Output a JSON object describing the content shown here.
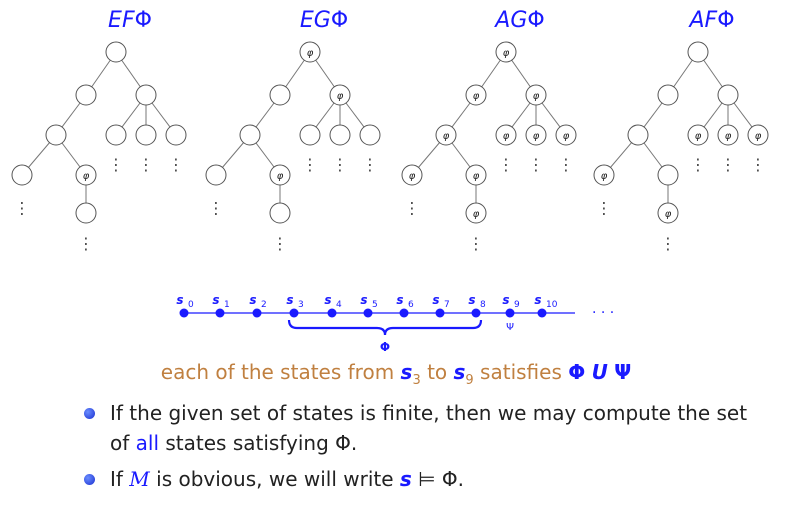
{
  "trees": [
    {
      "id": "ef",
      "title": "EF",
      "phi": "Φ",
      "offset": 0,
      "marked": [
        "LLR"
      ]
    },
    {
      "id": "eg",
      "title": "EG",
      "phi": "Φ",
      "offset": 194,
      "marked": [
        "root",
        "R",
        "LLR"
      ]
    },
    {
      "id": "ag",
      "title": "AG",
      "phi": "Φ",
      "offset": 390,
      "marked": [
        "root",
        "L",
        "R",
        "LL",
        "RL",
        "RM",
        "RR",
        "LLL",
        "LLR",
        "LLRL"
      ]
    },
    {
      "id": "af",
      "title": "AF",
      "phi": "Φ",
      "offset": 582,
      "marked": [
        "RL",
        "RM",
        "RR",
        "LLL",
        "LLRL"
      ]
    }
  ],
  "phi_label": "φ",
  "vdots": "⋮",
  "path": {
    "states": [
      {
        "s": "s",
        "i": "0"
      },
      {
        "s": "s",
        "i": "1"
      },
      {
        "s": "s",
        "i": "2"
      },
      {
        "s": "s",
        "i": "3"
      },
      {
        "s": "s",
        "i": "4"
      },
      {
        "s": "s",
        "i": "5"
      },
      {
        "s": "s",
        "i": "6"
      },
      {
        "s": "s",
        "i": "7"
      },
      {
        "s": "s",
        "i": "8"
      },
      {
        "s": "s",
        "i": "9"
      },
      {
        "s": "s",
        "i": "10"
      }
    ],
    "brace_label": "Φ",
    "psi_label": "Ψ",
    "ellipsis": "· · ·"
  },
  "caption": {
    "before": "each of the states from ",
    "s1": "s",
    "s1_sub": "3",
    "mid": " to ",
    "s2": "s",
    "s2_sub": "9",
    "after": " satisfies ",
    "formula_phi": "Φ",
    "formula_u": "U",
    "formula_psi": "Ψ"
  },
  "bullets": [
    {
      "a": "If the given set of states is finite, then we may compute the set of ",
      "hl": "all",
      "b": " states satisfying Φ."
    },
    {
      "a": "If ",
      "m": "M",
      "c": " is obvious, we will write ",
      "s": "s",
      "d": " ⊨ Φ."
    }
  ],
  "colors": {
    "accent": "#1a1aff",
    "caption": "#c08040",
    "node_stroke": "#555555",
    "edge": "#777777"
  }
}
